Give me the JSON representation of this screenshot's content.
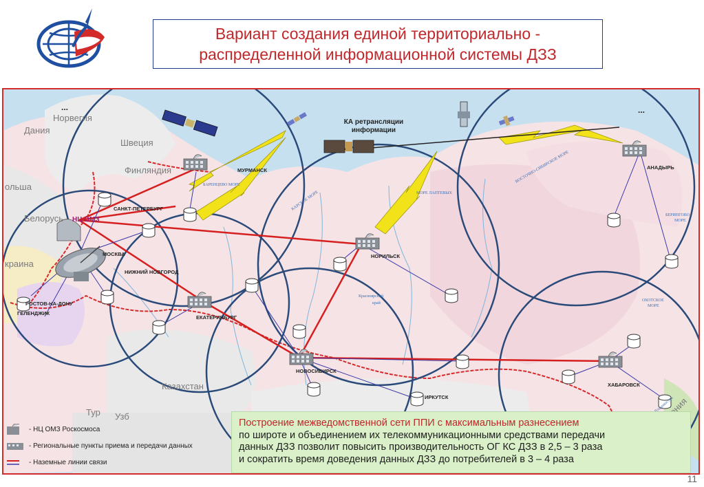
{
  "title": {
    "line1": "Вариант создания единой территориально -",
    "line2": "распределенной информационной системы ДЗЗ"
  },
  "map": {
    "countries": {
      "norway": "Норвегия",
      "denmark": "Дания",
      "sweden": "Швеция",
      "finland": "Финляндия",
      "poland": "ольша",
      "belarus": "Белорусь",
      "ukraine": "краина",
      "kazakhstan": "Казахстан",
      "turkmen": "Тур",
      "uzbek": "Узб",
      "japan": "Япония"
    },
    "seas": {
      "barents": "БАРЕНЦЕВО МОРЕ",
      "kara": "КАРСКОЕ МОРЕ",
      "laptev": "МОРЕ ЛАПТЕВЫХ",
      "east_siberian": "ВОСТОЧНО-СИБИРСКОЕ МОРЕ",
      "bering_1": "БЕРИНГОВО",
      "bering_2": "МОРЕ",
      "okhotsk_1": "ОХОТСКОЕ",
      "okhotsk_2": "МОРЕ",
      "krasnoyarsk_1": "Красноярский",
      "krasnoyarsk_2": "край",
      "vladivostok": "Владивосток"
    },
    "satellite_label_1": "КА ретрансляции",
    "satellite_label_2": "информации",
    "center_label": "НЦ ОМЗ",
    "cities": {
      "murmansk": "МУРМАНСК",
      "spb": "САНКТ-ПЕТЕРБУРГ",
      "moscow": "МОСКВА",
      "nnovgorod": "НИЖНИЙ НОВГОРОД",
      "rostov": "РОСТОВ-НА-ДОНУ",
      "gelendzhik": "ГЕЛЕНДЖИК",
      "ekaterinburg": "ЕКАТЕРИНБУРГ",
      "norilsk": "НОРИЛЬСК",
      "novosibirsk": "НОВОСИБИРСК",
      "irkutsk": "ИРКУТСК",
      "khabarovsk": "ХАБАРОВСК",
      "anadyr": "АНАДЫРЬ"
    },
    "dots_1": "...",
    "dots_2": "..."
  },
  "legend": {
    "item1": "- НЦ ОМЗ Роскосмоса",
    "item2": "- Региональные пункты приема и передачи данных",
    "item3": "- Наземные линии связи"
  },
  "note": {
    "line1": "Построение межведомственной сети ППИ с максимальным разнесением",
    "line2": "по широте и объединением их телекоммуникационными средствами передачи",
    "line3": "данных ДЗЗ позволит повысить производительность ОГ КС ДЗЗ в 2,5 – 3 раза",
    "line4": "и сократить время доведения данных ДЗЗ до потребителей в 3 – 4 раза"
  },
  "page_number": "11",
  "colors": {
    "title_text": "#c0282b",
    "frame": "#d32a2a",
    "circle": "#2a4a7a",
    "red_link": "#d61f1f",
    "blue_link": "#3a3aa8",
    "radio_bolt": "#f2e21a",
    "note_bg": "#d9f0c8"
  }
}
